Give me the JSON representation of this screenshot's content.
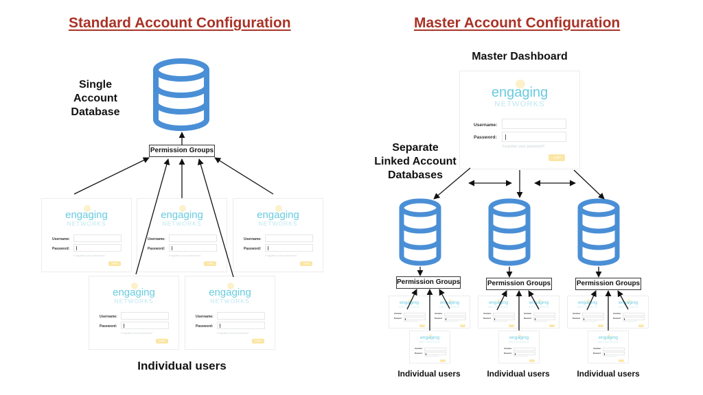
{
  "titles": {
    "standard": "Standard Account Configuration",
    "master": "Master Account Configuration"
  },
  "labels": {
    "single_db_line1": "Single",
    "single_db_line2": "Account",
    "single_db_line3": "Database",
    "master_dashboard": "Master Dashboard",
    "separate_line1": "Separate",
    "separate_line2": "Linked Account",
    "separate_line3": "Databases",
    "individual_users": "Individual users"
  },
  "permission_groups_label": "Permission Groups",
  "login_card": {
    "brand": "engaging",
    "brand_sub": "NETWORKS",
    "username_label": "Username:",
    "password_label": "Password:",
    "forgot_label": "Forgotten your password?",
    "button_label": "Login"
  },
  "colors": {
    "title": "#a93226",
    "database": "#4a8fd6",
    "brand": "#67cbe0",
    "button": "#fbe6a6"
  }
}
